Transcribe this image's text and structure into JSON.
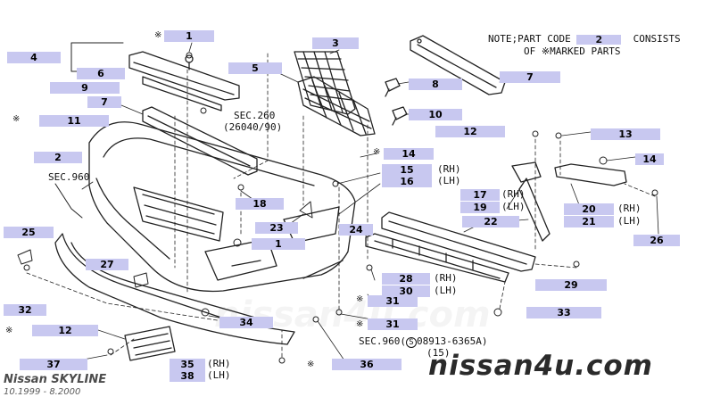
{
  "note": {
    "line1_prefix": "NOTE;PART CODE",
    "code": "2",
    "line1_suffix": "CONSISTS",
    "line2": "OF ※MARKED PARTS"
  },
  "callouts": [
    "1",
    "1",
    "2",
    "3",
    "4",
    "5",
    "6",
    "7",
    "7",
    "8",
    "9",
    "10",
    "11",
    "12",
    "12",
    "13",
    "14",
    "14",
    "15",
    "16",
    "17",
    "18",
    "19",
    "20",
    "21",
    "22",
    "23",
    "24",
    "25",
    "26",
    "27",
    "28",
    "29",
    "30",
    "31",
    "31",
    "32",
    "33",
    "34",
    "35",
    "36",
    "37",
    "38"
  ],
  "star_glyph": "※",
  "labels": {
    "sec260": "SEC.260",
    "sec260_code": "(26040/90)",
    "sec960_left": "SEC.960",
    "sec960_bottom": "SEC.960(",
    "sec960_circle": "S",
    "sec960_part": "08913-6365A)",
    "sec960_qty": "(15)",
    "rh": "(RH)",
    "lh": "(LH)"
  },
  "brand": {
    "model": "Nissan SKYLINE",
    "dates": "10.1999 - 8.2000",
    "site": "nissan4u.com",
    "watermark": "nissan4u.com"
  },
  "colors": {
    "callout_fill": "#c8c8f0",
    "line_art": "#222222"
  }
}
